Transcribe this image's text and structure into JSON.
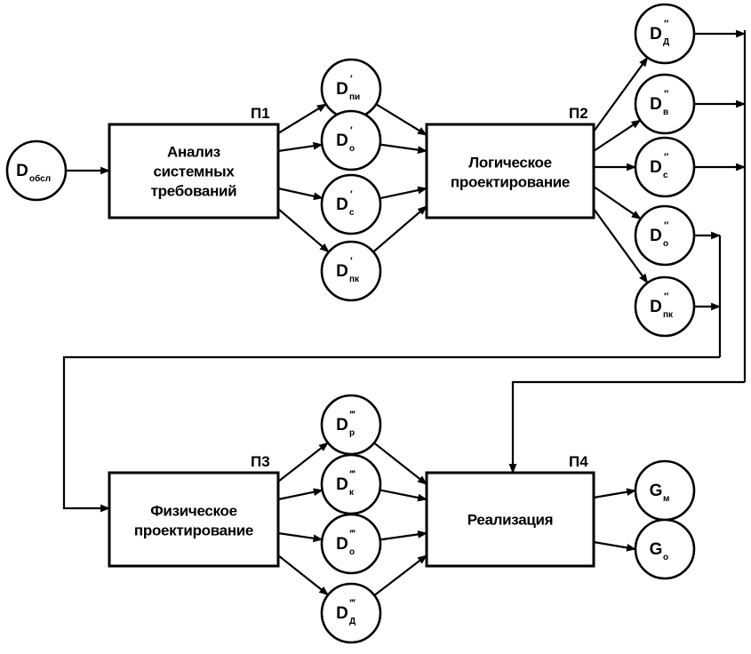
{
  "processes": [
    {
      "id": "p1",
      "label": "П1",
      "lines": [
        "Анализ",
        "системных",
        "требований"
      ]
    },
    {
      "id": "p2",
      "label": "П2",
      "lines": [
        "Логическое",
        "проектирование"
      ]
    },
    {
      "id": "p3",
      "label": "П3",
      "lines": [
        "Физическое",
        "проектирование"
      ]
    },
    {
      "id": "p4",
      "label": "П4",
      "lines": [
        "Реализация"
      ]
    }
  ],
  "nodes": {
    "input": {
      "main": "D",
      "sub": "обсл",
      "sup": ""
    },
    "p1_outputs": [
      {
        "main": "D",
        "sub": "пи",
        "sup": "′"
      },
      {
        "main": "D",
        "sub": "о",
        "sup": "′"
      },
      {
        "main": "D",
        "sub": "с",
        "sup": "′"
      },
      {
        "main": "D",
        "sub": "пк",
        "sup": "′"
      }
    ],
    "p2_outputs": [
      {
        "main": "D",
        "sub": "Д",
        "sup": "″"
      },
      {
        "main": "D",
        "sub": "в",
        "sup": "″"
      },
      {
        "main": "D",
        "sub": "с",
        "sup": "″"
      },
      {
        "main": "D",
        "sub": "о",
        "sup": "″"
      },
      {
        "main": "D",
        "sub": "пк",
        "sup": "″"
      }
    ],
    "p3_outputs": [
      {
        "main": "D",
        "sub": "р",
        "sup": "‴"
      },
      {
        "main": "D",
        "sub": "к",
        "sup": "‴"
      },
      {
        "main": "D",
        "sub": "о",
        "sup": "‴"
      },
      {
        "main": "D",
        "sub": "Д",
        "sup": "‴"
      }
    ],
    "p4_outputs": [
      {
        "main": "G",
        "sub": "м",
        "sup": ""
      },
      {
        "main": "G",
        "sub": "о",
        "sup": ""
      }
    ]
  }
}
